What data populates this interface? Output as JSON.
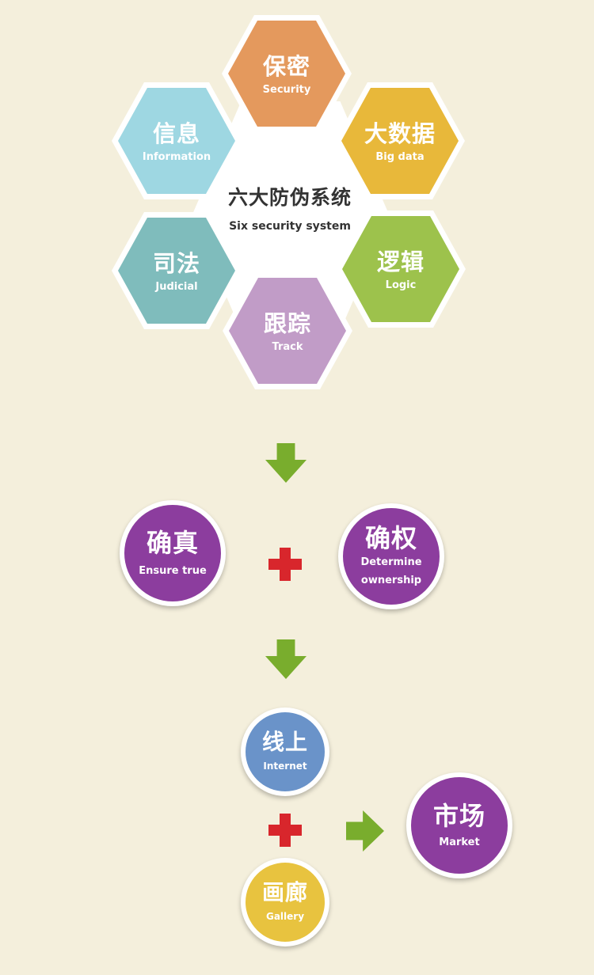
{
  "colors": {
    "background": "#f4efdc",
    "security": "#e4995d",
    "bigdata": "#e8b83a",
    "logic": "#9dc24c",
    "track": "#c19cc7",
    "judicial": "#7fbcbc",
    "information": "#9ed7e2",
    "purple": "#8c3d9e",
    "blue": "#6a93c9",
    "yellow": "#e8c33f",
    "arrow_green": "#79ad2d",
    "plus_red": "#d8262c"
  },
  "hexagons": [
    {
      "cn": "保密",
      "en": "Security",
      "color": "#e4995d"
    },
    {
      "cn": "大数据",
      "en": "Big data",
      "color": "#e8b83a"
    },
    {
      "cn": "逻辑",
      "en": "Logic",
      "color": "#9dc24c"
    },
    {
      "cn": "跟踪",
      "en": "Track",
      "color": "#c19cc7"
    },
    {
      "cn": "司法",
      "en": "Judicial",
      "color": "#7fbcbc"
    },
    {
      "cn": "信息",
      "en": "Information",
      "color": "#9ed7e2"
    }
  ],
  "center": {
    "title": "六大防伪系统",
    "subtitle": "Six security system"
  },
  "stage2": [
    {
      "cn": "确真",
      "en": "Ensure true"
    },
    {
      "cn": "确权",
      "en_line1": "Determine",
      "en_line2": "ownership"
    }
  ],
  "stage3": {
    "online": {
      "cn": "线上",
      "en": "Internet"
    },
    "gallery": {
      "cn": "画廊",
      "en": "Gallery"
    },
    "market": {
      "cn": "市场",
      "en": "Market"
    }
  },
  "icons": {
    "down_arrow": "arrow-down-icon",
    "right_arrow": "arrow-right-icon",
    "plus": "plus-icon"
  }
}
